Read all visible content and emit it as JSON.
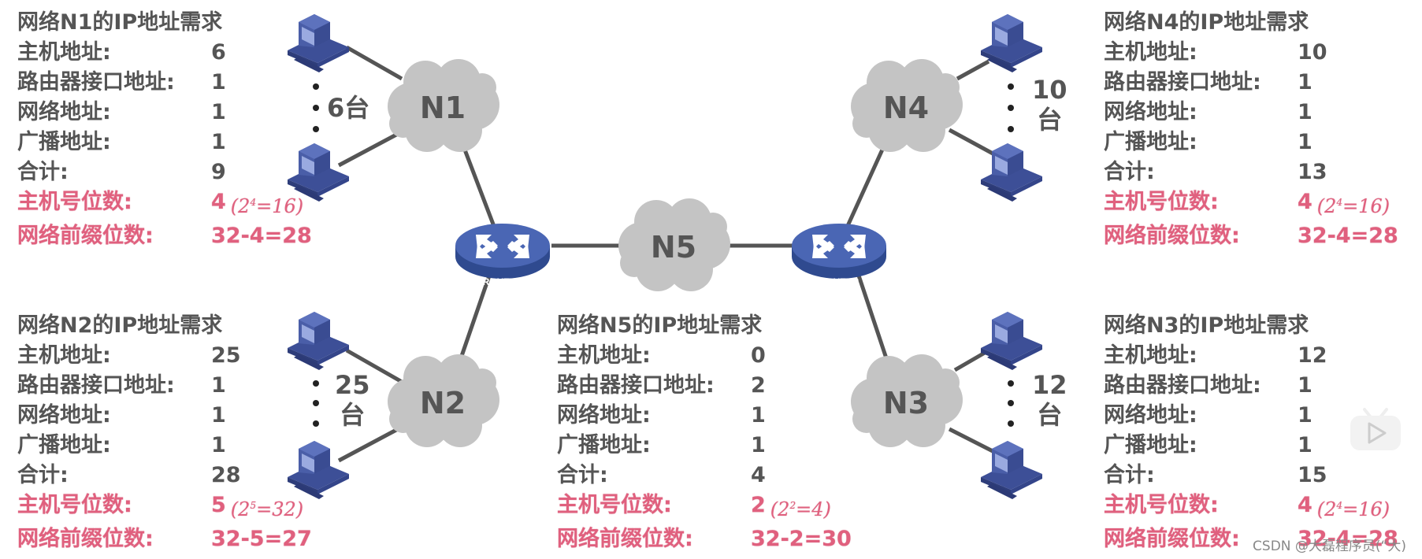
{
  "networks": [
    {
      "id": "N1",
      "title": "网络N1的IP地址需求",
      "rows": [
        {
          "label": "主机地址:",
          "value": "6"
        },
        {
          "label": "路由器接口地址:",
          "value": "1"
        },
        {
          "label": "网络地址:",
          "value": "1"
        },
        {
          "label": "广播地址:",
          "value": "1"
        },
        {
          "label": "合计:",
          "value": "9"
        }
      ],
      "host_bits_label": "主机号位数:",
      "host_bits_value": "4",
      "host_bits_base": "2",
      "host_bits_exp": "4",
      "host_bits_result": "=16",
      "prefix_label": "网络前缀位数:",
      "prefix_value": "32-4=28",
      "hosts_count_label": "6台"
    },
    {
      "id": "N2",
      "title": "网络N2的IP地址需求",
      "rows": [
        {
          "label": "主机地址:",
          "value": "25"
        },
        {
          "label": "路由器接口地址:",
          "value": "1"
        },
        {
          "label": "网络地址:",
          "value": "1"
        },
        {
          "label": "广播地址:",
          "value": "1"
        },
        {
          "label": "合计:",
          "value": "28"
        }
      ],
      "host_bits_label": "主机号位数:",
      "host_bits_value": "5",
      "host_bits_base": "2",
      "host_bits_exp": "5",
      "host_bits_result": "=32",
      "prefix_label": "网络前缀位数:",
      "prefix_value": "32-5=27",
      "hosts_count_num": "25",
      "hosts_count_unit": "台"
    },
    {
      "id": "N3",
      "title": "网络N3的IP地址需求",
      "rows": [
        {
          "label": "主机地址:",
          "value": "12"
        },
        {
          "label": "路由器接口地址:",
          "value": "1"
        },
        {
          "label": "网络地址:",
          "value": "1"
        },
        {
          "label": "广播地址:",
          "value": "1"
        },
        {
          "label": "合计:",
          "value": "15"
        }
      ],
      "host_bits_label": "主机号位数:",
      "host_bits_value": "4",
      "host_bits_base": "2",
      "host_bits_exp": "4",
      "host_bits_result": "=16",
      "prefix_label": "网络前缀位数:",
      "prefix_value": "32-4=28",
      "hosts_count_num": "12",
      "hosts_count_unit": "台"
    },
    {
      "id": "N4",
      "title": "网络N4的IP地址需求",
      "rows": [
        {
          "label": "主机地址:",
          "value": "10"
        },
        {
          "label": "路由器接口地址:",
          "value": "1"
        },
        {
          "label": "网络地址:",
          "value": "1"
        },
        {
          "label": "广播地址:",
          "value": "1"
        },
        {
          "label": "合计:",
          "value": "13"
        }
      ],
      "host_bits_label": "主机号位数:",
      "host_bits_value": "4",
      "host_bits_base": "2",
      "host_bits_exp": "4",
      "host_bits_result": "=16",
      "prefix_label": "网络前缀位数:",
      "prefix_value": "32-4=28",
      "hosts_count_num": "10",
      "hosts_count_unit": "台"
    },
    {
      "id": "N5",
      "title": "网络N5的IP地址需求",
      "rows": [
        {
          "label": "主机地址:",
          "value": "0"
        },
        {
          "label": "路由器接口地址:",
          "value": "2"
        },
        {
          "label": "网络地址:",
          "value": "1"
        },
        {
          "label": "广播地址:",
          "value": "1"
        },
        {
          "label": "合计:",
          "value": "4"
        }
      ],
      "host_bits_label": "主机号位数:",
      "host_bits_value": "2",
      "host_bits_base": "2",
      "host_bits_exp": "2",
      "host_bits_result": "=4",
      "prefix_label": "网络前缀位数:",
      "prefix_value": "32-2=30"
    }
  ],
  "diagram": {
    "clouds": [
      "N1",
      "N2",
      "N3",
      "N4",
      "N5"
    ],
    "router_label": "ROUTER",
    "colors": {
      "cloud": "#c4c4c4",
      "link": "#555555",
      "device": "#4a5ea8",
      "highlight_text": "#e0607e",
      "body_text": "#555555"
    }
  },
  "watermark": "CSDN @大磊程序员(“大)"
}
